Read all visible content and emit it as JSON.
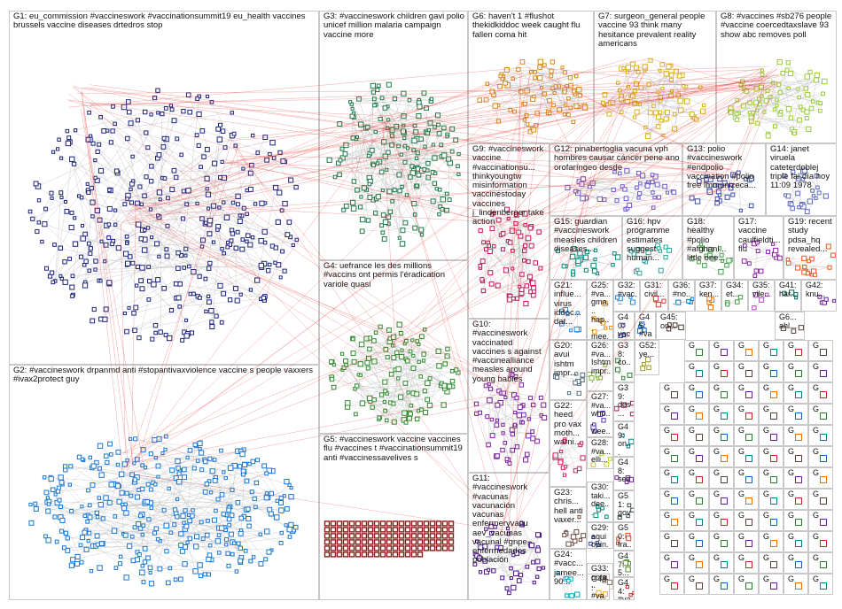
{
  "graph": {
    "groups": [
      {
        "id": "G1",
        "label": "G1: eu_commission #vaccineswork #vaccinationsummit19 eu_health vaccines brussels vaccine diseases drtedros stop",
        "color": "#1a237e"
      },
      {
        "id": "G2",
        "label": "G2: #vaccineswork drpanmd anti #stopantivaxviolence vaccine s people vaxxers #ivax2protect guy",
        "color": "#1976d2"
      },
      {
        "id": "G3",
        "label": "G3: #vaccineswork children gavi polio unicef million malaria campaign vaccine more",
        "color": "#1b7a4a"
      },
      {
        "id": "G4",
        "label": "G4: uefrance les des millions #vaccins ont permis l'éradication variole quasi",
        "color": "#2e8b2e"
      },
      {
        "id": "G5",
        "label": "G5: #vaccineswork vaccine vaccines flu #vaccines t #vaccinationsummit19 anti #vaccinessavelives s",
        "color": "#8b1a1a"
      },
      {
        "id": "G6",
        "label": "G6: haven't 1 #flushot thekidkiddoc week caught flu fallen coma hit",
        "color": "#d88a1a"
      },
      {
        "id": "G7",
        "label": "G7: surgeon_general people vaccine 93 think many hesitance prevalent reality americans",
        "color": "#d8b41a"
      },
      {
        "id": "G8",
        "label": "G8: #vaccines #sb276 people #vaccine coercedtaxslave 93 show abc removes poll",
        "color": "#9acd32"
      },
      {
        "id": "G9",
        "label": "G9: #vaccineswork vaccine #vaccinationsu... thinkyoungtw misinformation vaccinestoday vaccines j_lindenberger take action",
        "color": "#c2185b"
      },
      {
        "id": "G10",
        "label": "G10: #vaccineswork vaccinated vaccines s against #vaccinealliance measles around young babies",
        "color": "#7b1fa2"
      },
      {
        "id": "G11",
        "label": "G11: #vaccineswork #vacunas vacunación vacunas enfermeryvacu aev_vacunas vacunal #gnpe enfermedades población",
        "color": "#4a148c"
      },
      {
        "id": "G12",
        "label": "G12: pinabertoglia vacuna vph hombres causar cáncer pene ano orofaríngeo desde",
        "color": "#6a5acd"
      },
      {
        "id": "G13",
        "label": "G13: polio #vaccineswork #endpolio vaccination #polio free immunizeca...",
        "color": "#3949ab"
      },
      {
        "id": "G14",
        "label": "G14: janet viruela cateterdoblej triple fal día hoy 11:09 1978",
        "color": "#5c6bc0"
      },
      {
        "id": "G15",
        "label": "G15: guardian #vaccineswork measles children diseases...",
        "color": "#00897b"
      },
      {
        "id": "G16",
        "label": "G16: hpv programme estimates suggest human...",
        "color": "#26a69a"
      },
      {
        "id": "G17",
        "label": "G17: vaccine caulfieldti... flu",
        "color": "#8e24aa"
      },
      {
        "id": "G18",
        "label": "G18: healthy #polio #afghani... little one...",
        "color": "#43a047"
      },
      {
        "id": "G19",
        "label": "G19: recent study pdsa_hq revealed...",
        "color": "#f4511e"
      },
      {
        "id": "G20",
        "label": "G20: avui ishtm impr...",
        "color": "#546e7a"
      },
      {
        "id": "G21",
        "label": "G21: influe... virus iddoc... dat...",
        "color": "#1e88e5"
      },
      {
        "id": "G22",
        "label": "G22: heed pro vax moth... warni...",
        "color": "#d81b60"
      },
      {
        "id": "G23",
        "label": "G23: chris... hell anti vaxer...",
        "color": "#6d4c41"
      },
      {
        "id": "G24",
        "label": "G24: #vacc... jamee... 90...",
        "color": "#00acc1"
      },
      {
        "id": "G25",
        "label": "G25: #va... gma... hap... mee...",
        "color": "#fb8c00"
      },
      {
        "id": "G26",
        "label": "G26: #va... Ishtm impr...",
        "color": "#7cb342"
      },
      {
        "id": "G27",
        "label": "G27: #va... who... wee...",
        "color": "#5e35b1"
      },
      {
        "id": "G28",
        "label": "G28: #va... elli...",
        "color": "#c0ca33"
      },
      {
        "id": "G29",
        "label": "G29: aqui opin...",
        "color": "#3949ab"
      },
      {
        "id": "G30",
        "label": "G30: taki... dee...",
        "color": "#00897b"
      },
      {
        "id": "G31",
        "label": "G31: civil...",
        "color": "#e53935"
      },
      {
        "id": "G32",
        "label": "G32: #vac...",
        "color": "#1e88e5"
      },
      {
        "id": "G33",
        "label": "G33: onta... fact...",
        "color": "#8d6e63"
      },
      {
        "id": "G34",
        "label": "G34: et...",
        "color": "#43a047"
      },
      {
        "id": "G35",
        "label": "G35: vile...",
        "color": "#ab47bc"
      },
      {
        "id": "G36",
        "label": "G36: #no...",
        "color": "#0277bd"
      },
      {
        "id": "G37",
        "label": "G37: ken...",
        "color": "#ef6c00"
      },
      {
        "id": "G38",
        "label": "G38: co...",
        "color": "#2e7d32"
      },
      {
        "id": "G39",
        "label": "G39: des...",
        "color": "#ad1457"
      },
      {
        "id": "G40",
        "label": "G40: vac...",
        "color": "#283593"
      },
      {
        "id": "G41",
        "label": "G41: har...",
        "color": "#00695c"
      },
      {
        "id": "G42",
        "label": "G42: knu...",
        "color": "#6a1b9a"
      },
      {
        "id": "G43",
        "label": "G43: #va...",
        "color": "#f9a825"
      },
      {
        "id": "G44",
        "label": "G44: #va...",
        "color": "#c62828"
      },
      {
        "id": "G45",
        "label": "G45: on...",
        "color": "#4e342e"
      },
      {
        "id": "G46",
        "label": "G46: #va... mc...",
        "color": "#1565c0"
      },
      {
        "id": "G47",
        "label": "G47: 5...",
        "color": "#558b2f"
      },
      {
        "id": "G48",
        "label": "G48: sen...",
        "color": "#7b1fa2"
      },
      {
        "id": "G49",
        "label": "G49: on...",
        "color": "#00838f"
      },
      {
        "id": "G50",
        "label": "G50: fra...",
        "color": "#d84315"
      },
      {
        "id": "G51",
        "label": "G51: gov...",
        "color": "#37474f"
      },
      {
        "id": "G52",
        "label": "G52: ye...",
        "color": "#9e9d24"
      },
      {
        "id": "G6b",
        "label": "G6... ahl...",
        "color": "#5d4037"
      },
      {
        "id": "Gtiles",
        "label": "G",
        "color": "#555555"
      }
    ],
    "tiles": {
      "letter": "G",
      "suffix": "..."
    },
    "colors": {
      "intergroup_edge": "#e53935",
      "intragroup_edge": "#b0b0b0",
      "border": "#c8c8c8"
    }
  }
}
